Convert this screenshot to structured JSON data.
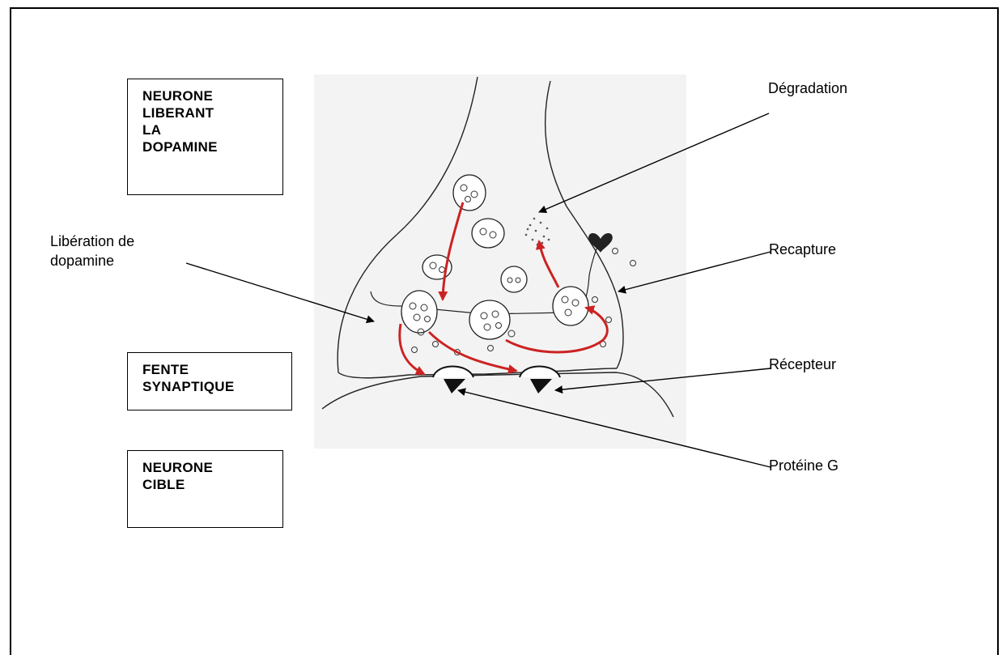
{
  "boxes": {
    "neurone_liberant": "NEURONE\nLIBERANT\nLA\nDOPAMINE",
    "fente_synaptique": "FENTE\nSYNAPTIQUE",
    "neurone_cible": "NEURONE\nCIBLE"
  },
  "labels": {
    "degradation": "Dégradation",
    "liberation": "Libération de\ndopamine",
    "recapture": "Recapture",
    "recepteur": "Récepteur",
    "proteine_g": "Protéine G"
  },
  "colors": {
    "arrow_red": "#cc2222",
    "line": "#000000",
    "sketch_bg": "#f3f3f3"
  }
}
